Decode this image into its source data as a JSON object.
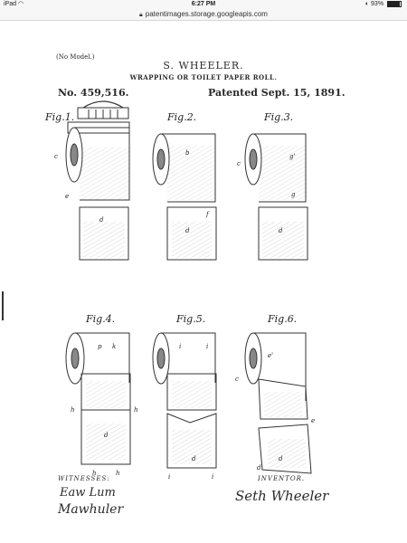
{
  "status_bar": {
    "device": "iPad",
    "time": "6:27 PM",
    "battery_text": "93%",
    "battery_level": 0.93
  },
  "browser": {
    "url": "patentimages.storage.googleapis.com"
  },
  "patent": {
    "no_model": "(No Model.)",
    "inventor_name": "S. WHEELER.",
    "title": "WRAPPING OR TOILET PAPER ROLL.",
    "number": "No. 459,516.",
    "date": "Patented Sept. 15, 1891.",
    "figures": [
      "Fig.1.",
      "Fig.2.",
      "Fig.3.",
      "Fig.4.",
      "Fig.5.",
      "Fig.6."
    ],
    "witnesses_label": "WITNESSES:",
    "inventor_label": "INVENTOR.",
    "witness_signature_1": "Eaw Lum",
    "witness_signature_2": "Mawhuler",
    "inventor_signature": "Seth Wheeler"
  }
}
